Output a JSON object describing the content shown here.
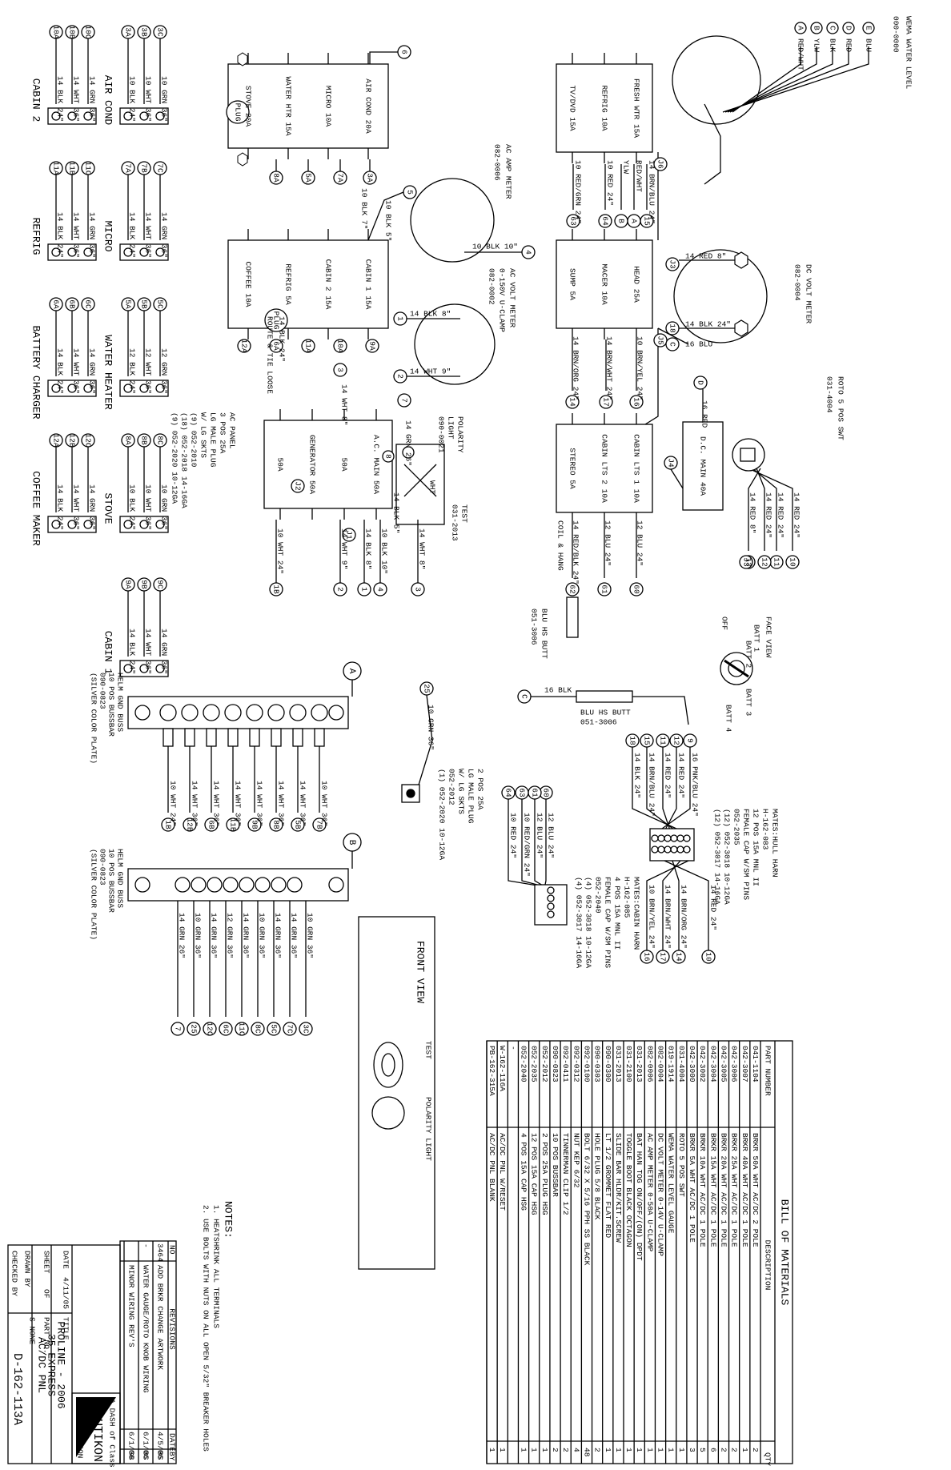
{
  "bom": {
    "title": "BILL OF MATERIALS",
    "headers": [
      "PART NUMBER",
      "DESCRIPTION",
      "QTY"
    ],
    "rows": [
      [
        "041-1104",
        "BRKR 50A WHT AC/DC 2 POLE",
        "2"
      ],
      [
        "042-3007",
        "BRKR 40A WHT AC/DC 1 POLE",
        "1"
      ],
      [
        "042-3006",
        "BRKR 25A WHT AC/DC 1 POLE",
        "2"
      ],
      [
        "042-3005",
        "BRKR 20A WHT AC/DC 1 POLE",
        "2"
      ],
      [
        "042-3004",
        "BRKR 15A WHT AC/DC 1 POLE",
        "6"
      ],
      [
        "042-3002",
        "BRKR 10A WHT AC/DC 1 POLE",
        "5"
      ],
      [
        "042-3000",
        "BRKR 5A WHT AC/DC 1 POLE",
        "3"
      ],
      [
        "031-4004",
        "ROTO 5 POS SWT",
        "1"
      ],
      [
        "019-1914",
        "WEMA WATER LEVEL GAUGE",
        "1"
      ],
      [
        "082-0004",
        "DC VOLT METER 0-14V U-CLAMP",
        "1"
      ],
      [
        "082-0006",
        "AC AMP METER 0-50A U-CLAMP",
        "1"
      ],
      [
        "031-2013",
        "BAT HAN TOG ON/OFF/(ON) DPDT",
        "1"
      ],
      [
        "031-2100",
        "TOGGLE BOOT BLACK OCTAGON",
        "1"
      ],
      [
        "031-2013",
        "SLIDE BAR HLDR/KIT.SCREW",
        "1"
      ],
      [
        "090-0300",
        "LT 1/2 GROMMET FLAT RED",
        "1"
      ],
      [
        "090-0303",
        "HOLE PLUG 5/8 BLACK",
        "2"
      ],
      [
        "092-0100",
        "BOLT 6/32 X 5/16 PPH SS BLACK",
        "48"
      ],
      [
        "092-0312",
        "NUT KEP 6/32",
        "4"
      ],
      [
        "092-0411",
        "TINNERMAN CLIP 1/2",
        "2"
      ],
      [
        "090-0823",
        "10 POS BUSSBAR",
        "2"
      ],
      [
        "052-2012",
        "2 POS 25A PLUG HSG",
        "1"
      ],
      [
        "052-2035",
        "12 POS 15A CAP HSG",
        "1"
      ],
      [
        "052-2040",
        "4 POS 15A CAP HSG",
        "1"
      ],
      [
        "-",
        "",
        ""
      ],
      [
        "W-162-116A",
        "AC/DC PNL W/RESET",
        "1"
      ],
      [
        "PB-162-315A",
        "AC/DC PNL BLANK",
        "1"
      ]
    ]
  },
  "title_block": {
    "title_label": "TITLE",
    "title_lines": [
      "PROLINE - 2006",
      "35 EXPRESS",
      "AC/DC PNL"
    ],
    "part_label": "PART NO.",
    "part_number": "D-162-113A",
    "scale": "S NONE",
    "date_label": "DATE",
    "date": "4/11/05",
    "sheet_label": "SHEET",
    "sheet_of": "OF",
    "drawn_label": "DRAWN BY",
    "checked_label": "CHECKED BY",
    "company_tagline": "A DASH of Class",
    "company_name": "NAUTIKON",
    "company_suffix": "CORPORATION"
  },
  "revisions": {
    "title": "REVISIONS",
    "headers": [
      "NO",
      "DATE",
      "BY"
    ],
    "rows": [
      [
        "3464",
        "ADD BRKR CHANGE ARTWORK",
        "4/5/06",
        "BS"
      ],
      [
        "-",
        "WATER GAUGE/ROTO KNOB WIRING",
        "6/1/06",
        "BS"
      ],
      [
        "",
        "MINOR WIRING REV'S",
        "6/1/06",
        "SB"
      ]
    ]
  },
  "notes": {
    "title": "NOTES:",
    "items": [
      "1. HEATSHRINK ALL TERMINALS",
      "2. USE BOLTS WITH NUTS ON ALL OPEN 5/32\" BREAKER HOLES"
    ]
  },
  "front_view": {
    "label": "FRONT VIEW",
    "test_label": "TEST",
    "polarity_label": "POLARITY LIGHT"
  },
  "meters": {
    "wema": [
      "WEMA WATER LEVEL",
      "000-0000"
    ],
    "wema_wires": [
      "BLU",
      "RED",
      "BLK",
      "YLW",
      "RED/WHT"
    ],
    "dc_volt": [
      "DC VOLT METER",
      "082-0004"
    ],
    "ac_amp": [
      "AC AMP METER",
      "082-0006"
    ],
    "ac_volt": [
      "AC VOLT METER",
      "0-150V U-CLAMP",
      "082-0002"
    ],
    "roto": [
      "ROTO 5 POS SWT",
      "031-4004"
    ],
    "polarity": [
      "POLARITY",
      "LIGHT",
      "090-0021"
    ],
    "test": [
      "TEST",
      "031-2013"
    ],
    "face_view": [
      "FACE VIEW",
      "BATT 1",
      "BATT 2",
      "BATT 3",
      "BATT 4",
      "OFF"
    ],
    "blu_hs_butt": [
      "BLU HS BUTT",
      "051-3006"
    ]
  },
  "breakers": {
    "dc_upper": [
      "TV/DVD 15A",
      "REFRIG 10A",
      "FRESH WTR 15A"
    ],
    "dc_mid": [
      "SUMP 5A",
      "MACER 10A",
      "HEAD 25A"
    ],
    "dc_lower": [
      "STEREO 5A",
      "CABIN LTS 2 10A",
      "CABIN LTS 1 10A"
    ],
    "dc_main": "D.C. MAIN 40A",
    "ac_upper": [
      "STOVE 20A",
      "WATER HTR 15A",
      "MICRO 10A",
      "AIR COND 20A"
    ],
    "ac_mid": [
      "COFFEE 10A",
      "REFRIG 5A",
      "CABIN 2 15A",
      "CABIN 1 15A"
    ],
    "ac_lower": [
      "50A",
      "GENERATOR 50A",
      "50A",
      "A.C. MAIN 50A"
    ],
    "plug": "PLUG"
  },
  "ac_panel": [
    "AC PANEL",
    "3 POS 25A",
    "LG MALE PLUG",
    "W/ LG SKTS",
    "(9) 052-2010",
    "(18) 052-2018 14-16GA",
    "(9) 052-2020 10-12GA"
  ],
  "ac_plugs": [
    {
      "label": "CABIN 2",
      "pins": [
        "10A",
        "10B",
        "10C"
      ],
      "wires": [
        "14 BLK 24\"",
        "14 WHT 36\"",
        "14 GRN 36\""
      ]
    },
    {
      "label": "AIR COND",
      "pins": [
        "3A",
        "3B",
        "3C"
      ],
      "wires": [
        "10 BLK 24\"",
        "10 WHT 36\"",
        "10 GRN 36\""
      ]
    },
    {
      "label": "REFRIG",
      "pins": [
        "11A",
        "11B",
        "11C"
      ],
      "wires": [
        "14 BLK 24\"",
        "14 WHT 36\"",
        "14 GRN 36\""
      ]
    },
    {
      "label": "MICRO",
      "pins": [
        "7A",
        "7B",
        "7C"
      ],
      "wires": [
        "14 BLK 24\"",
        "14 WHT 36\"",
        "14 GRN 36\""
      ]
    },
    {
      "label": "BATTERY CHARGER",
      "pins": [
        "6A",
        "6B",
        "6C"
      ],
      "wires": [
        "14 BLK 24\"",
        "14 WHT 36\"",
        "14 GRN 36\""
      ]
    },
    {
      "label": "WATER HEATER",
      "pins": [
        "5A",
        "5B",
        "5C"
      ],
      "wires": [
        "12 BLK 24\"",
        "12 WHT 36\"",
        "12 GRN 36\""
      ]
    },
    {
      "label": "COFFEE MAKER",
      "pins": [
        "12A",
        "12B",
        "12C"
      ],
      "wires": [
        "14 BLK 24\"",
        "14 WHT 36\"",
        "14 GRN 36\""
      ]
    },
    {
      "label": "STOVE",
      "pins": [
        "8A",
        "8B",
        "8C"
      ],
      "wires": [
        "10 BLK 24\"",
        "10 WHT 36\"",
        "10 GRN 36\""
      ]
    },
    {
      "label": "CABIN 1",
      "pins": [
        "9A",
        "9B",
        "9C"
      ],
      "wires": [
        "14 BLK 24\"",
        "14 WHT 36\"",
        "14 GRN 36\""
      ]
    }
  ],
  "bussbar_a": {
    "marker": "A",
    "label": [
      "HELM GND BUSS",
      "10 POS BUSSBAR",
      "090-0823",
      "(SILVER COLOR PLATE)"
    ],
    "wires": [
      "10 WHT 24\"",
      "14 WHT 36\"",
      "14 WHT 36\"",
      "14 WHT 36\"",
      "14 WHT 36\"",
      "14 WHT 36\"",
      "14 WHT 36\"",
      "10 WHT 36\""
    ],
    "ends": [
      "1B",
      "12B",
      "6B",
      "11B",
      "9B",
      "8B",
      "5B",
      "7B"
    ]
  },
  "bussbar_b": {
    "marker": "B",
    "label": [
      "HELM GND BUSS",
      "10 POS BUSSBAR",
      "090-0823",
      "(SILVER COLOR PLATE)"
    ],
    "wires": [
      "14 GRN 26\"",
      "10 GRN 36\"",
      "14 GRN 36\"",
      "12 GRN 36\"",
      "14 GRN 36\"",
      "10 GRN 36\"",
      "14 GRN 36\"",
      "14 GRN 36\"",
      "10 GRN 36\""
    ],
    "ends": [
      "7",
      "25",
      "12C",
      "6C",
      "11C",
      "8C",
      "5C",
      "7C",
      "3C"
    ]
  },
  "plug_2pos": [
    "2 POS 25A",
    "LG MALE PLUG",
    "W/ LG SKTS",
    "052-2012",
    "(1) 052-2020 10-12GA"
  ],
  "hull_harn": {
    "title": [
      "MATES:HULL HARN",
      "H-162-083",
      "12 POS 15A MNL II",
      "FEMALE CAP W/SM PINS",
      "052-2035",
      "(12) 052-3018 10-12GA",
      "(12) 052-3017 14-16GA"
    ],
    "left_wires": [
      "16 PNK/BLU 24\"",
      "14 RED 24\"",
      "14 RED 24\"",
      "14 BRN/BLU 24\"",
      "14 BLK 24\""
    ],
    "left_ends": [
      "9",
      "12",
      "11",
      "15",
      "18"
    ],
    "right_wires": [
      "14 RED 24\"",
      "14 BRN/ORG 24\"",
      "14 BRN/WHT 24\"",
      "10 BRN/YEL 24\""
    ],
    "right_ends": [
      "10",
      "14",
      "17",
      "16"
    ]
  },
  "cabin_harn": {
    "title": [
      "MATES:CABIN HARN",
      "H-162-085",
      "4 POS 15A MNL II",
      "FEMALE CAP W/SM PINS",
      "052-2040",
      "(4) 052-3018 10-12GA",
      "(4) 052-3017 14-16GA"
    ],
    "wires": [
      "12 BLU 24\"",
      "12 BLU 24\"",
      "10 RED/GRN 24\"",
      "10 RED 24\""
    ],
    "ends": [
      "60",
      "61",
      "63",
      "64"
    ]
  },
  "wire_labels": {
    "dc_top": [
      "14 BRN/BLU 24\"",
      "RED/WHT",
      "YLW",
      "10 RED 24\"",
      "10 RED/GRN 24\""
    ],
    "dc_mid": [
      "10 BRN/YEL 24\"",
      "14 BRN/WHT 24\"",
      "14 BRN/ORG 24\""
    ],
    "dc_low": [
      "12 BLU 24\"",
      "12 BLU 24\"",
      "14 RED/BLK 24\"",
      "COIL & HANG"
    ],
    "meter": [
      "14 RED 8\"",
      "14 BLK 24\"",
      "16 BLU",
      "16 RED",
      "16 BLK",
      "10 BLK 10\"",
      "10 BLK 5\"",
      "10 BLK 7\""
    ],
    "roto": [
      "14 RED 24\"",
      "14 RED 24\"",
      "14 RED 24\"",
      "14 RED 8\""
    ],
    "ac": [
      "14 BLK 8\"",
      "14 WHT 9\"",
      "14 WHT 8\"",
      "14 GRN 26\"",
      "14 BLK 5\"",
      "WHT",
      "10 WHT 24\"",
      "14 WHT 9\"",
      "14 BLK 8\"",
      "10 BLK 10\"",
      "14 WHT 8\"",
      "10 GRN 36\""
    ],
    "route": [
      "14 BLK 24\"",
      "ROUTE & TIE LOOSE"
    ]
  },
  "junctions": [
    "J1",
    "J2",
    "J3",
    "J4",
    "J5",
    "J6"
  ],
  "nodes": {
    "dc_top": [
      "15",
      "A",
      "B",
      "64",
      "63"
    ],
    "dc_mid": [
      "16",
      "17",
      "14"
    ],
    "dc_low": [
      "60",
      "61",
      "62"
    ],
    "roto": [
      "10",
      "11",
      "12",
      "13"
    ],
    "meter": [
      "18",
      "C",
      "D",
      "J3"
    ],
    "wema": [
      "E",
      "D",
      "C",
      "B",
      "A"
    ],
    "ac_top": [
      "6",
      "8A",
      "5A",
      "7A",
      "3A",
      "5",
      "4",
      "1",
      "2",
      "7"
    ],
    "ac_mid": [
      "12A",
      "6A",
      "11A",
      "10A",
      "9A",
      "3"
    ],
    "ac_low": [
      "1B",
      "2",
      "1",
      "4",
      "3",
      "8"
    ],
    "c_node": "C",
    "n25": "25"
  }
}
